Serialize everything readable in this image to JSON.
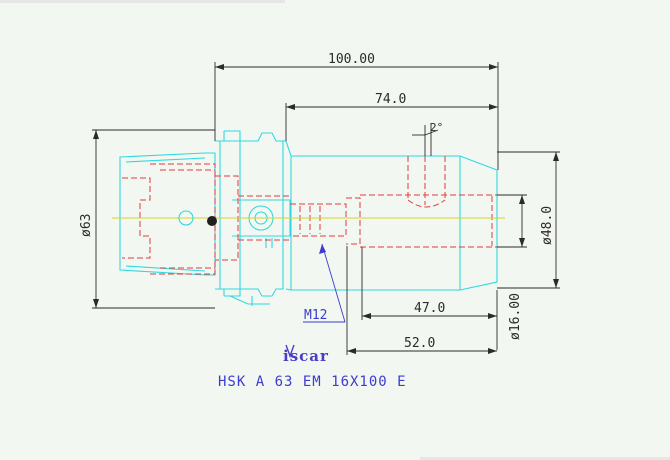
{
  "drawing": {
    "dimensions": {
      "overall_length": "100.00",
      "body_length": "74.0",
      "angle": "2°",
      "flange_diameter": "ø63",
      "body_diameter": "ø48.0",
      "screw": "M12",
      "clamp_length": "47.0",
      "bore_diameter": "ø16.00",
      "bore_depth": "52.0"
    },
    "logo_text": "iscar",
    "caption": "HSK A 63 EM 16X100 E"
  },
  "colors": {
    "outline": "#2fd8e0",
    "hidden": "#e23b3b",
    "centerline": "#d6d62a",
    "dimension": "#2b2b2b",
    "text_blue": "#3c3cd0"
  }
}
